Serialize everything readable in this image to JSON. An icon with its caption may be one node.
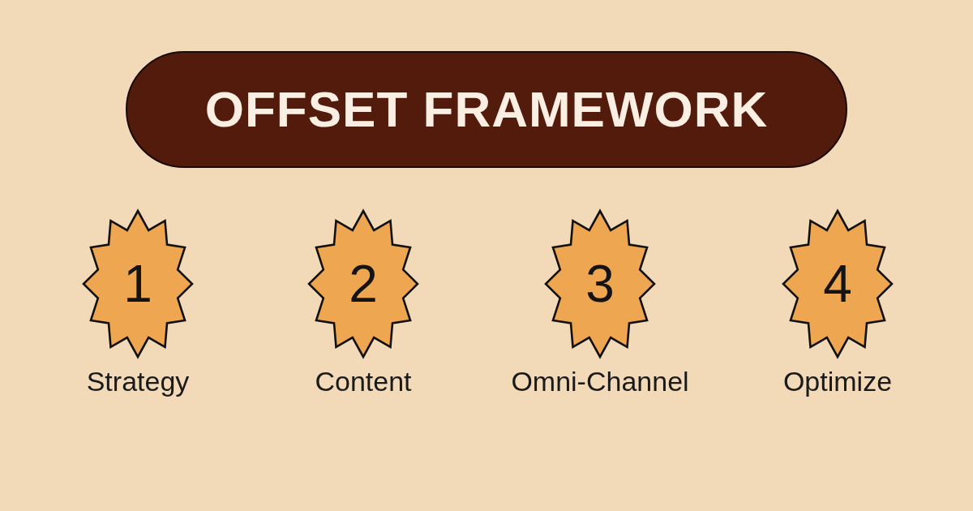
{
  "diagram": {
    "title": "OFFSET FRAMEWORK",
    "nodes": [
      {
        "text": [
          "1"
        ],
        "beside": [
          "Strategy"
        ]
      },
      {
        "text": [
          "2"
        ],
        "beside": [
          "Content"
        ]
      },
      {
        "text": [
          "3"
        ],
        "beside": [
          "Omni-Channel"
        ]
      },
      {
        "text": [
          "4"
        ],
        "beside": [
          "Optimize"
        ]
      }
    ]
  }
}
